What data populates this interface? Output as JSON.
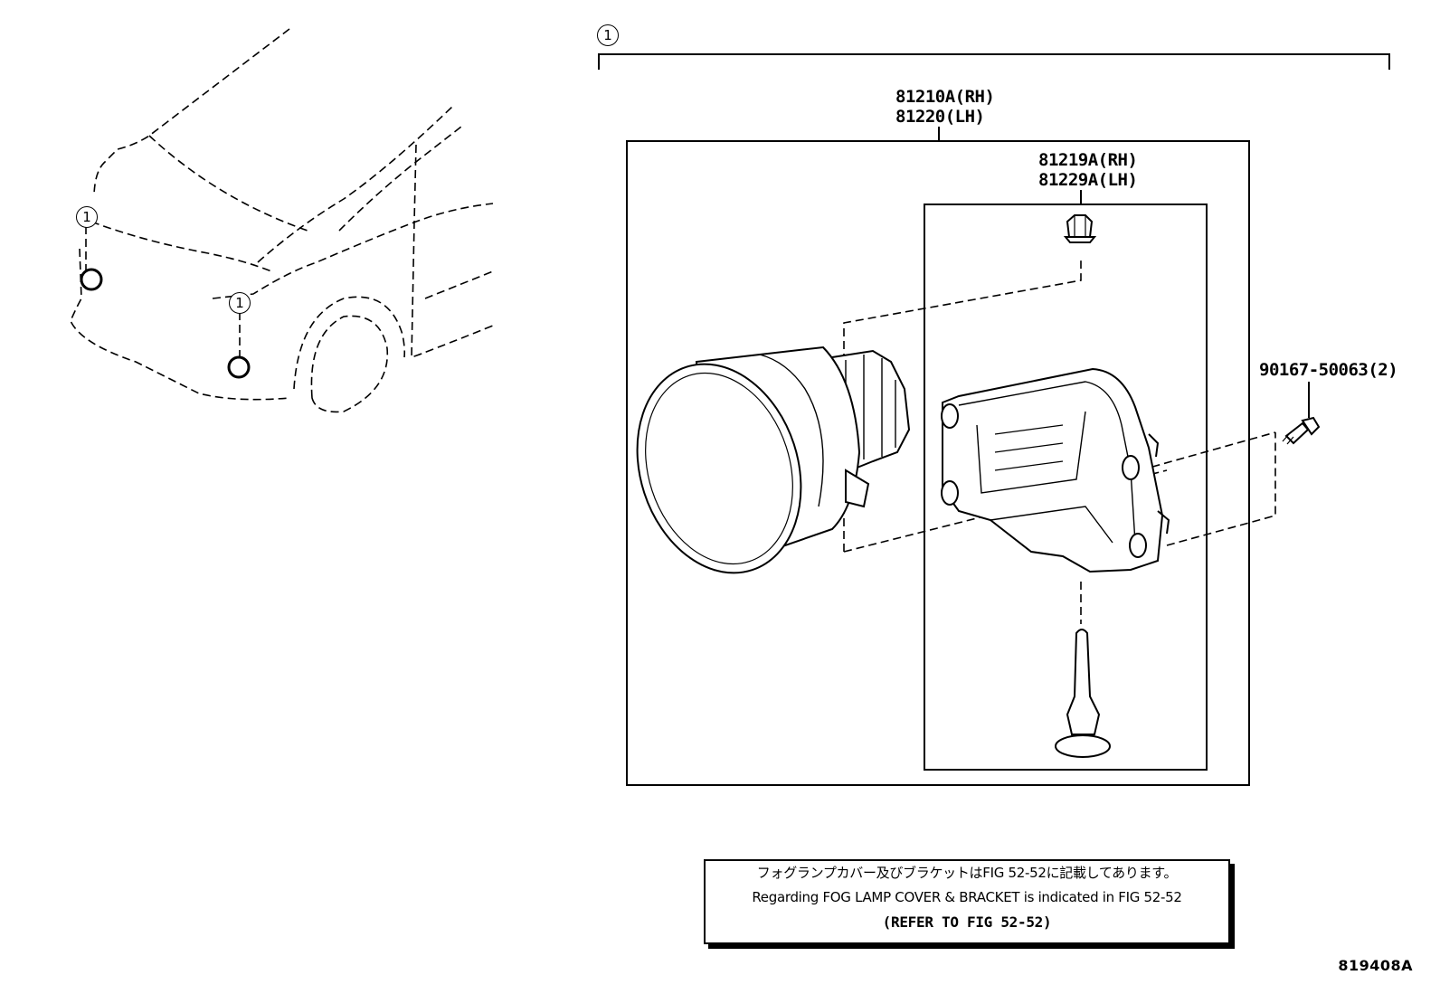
{
  "callout_number": "1",
  "parts": {
    "fog_lamp_rh": "81210A(RH)",
    "fog_lamp_lh": "81220(LH)",
    "bracket_rh": "81219A(RH)",
    "bracket_lh": "81229A(LH)",
    "screw": "90167-50063(2)"
  },
  "note": {
    "japanese": "フォグランプカバー及びブラケットはFIG 52-52に記載してあります。",
    "english": "Regarding FOG LAMP COVER & BRACKET is indicated in FIG 52-52",
    "refer": "(REFER TO FIG 52-52)"
  },
  "figure_code": "819408A",
  "icons": {
    "callout": "circled-number-icon",
    "fog_lamp": "fog-lamp-icon",
    "bracket": "bracket-icon",
    "clip": "clip-icon",
    "screw": "screw-icon",
    "car": "car-front-outline-icon"
  }
}
